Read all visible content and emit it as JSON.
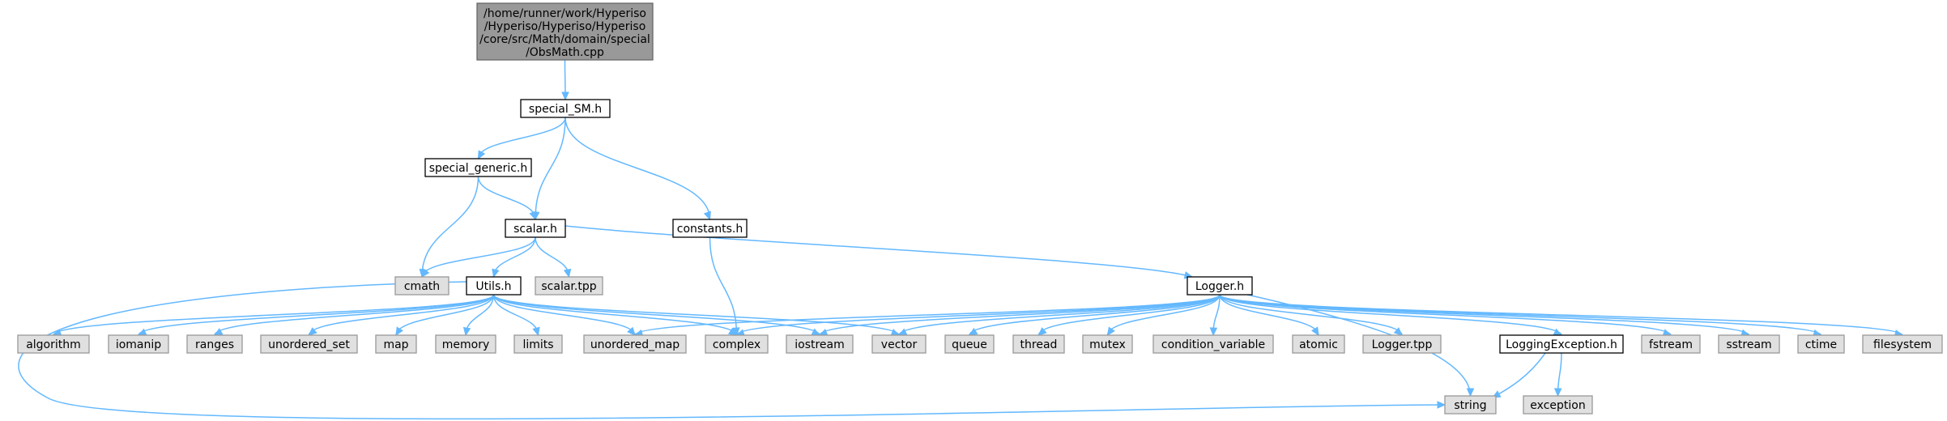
{
  "colors": {
    "edge": "#63b8ff",
    "root_fill": "#999999",
    "root_border": "#666666",
    "header_fill": "#ffffff",
    "header_border": "#000000",
    "system_fill": "#e0e0e0",
    "system_border": "#999999"
  },
  "diagram": {
    "root": {
      "label_lines": [
        "/home/runner/work/Hyperiso",
        "/Hyperiso/Hyperiso/Hyperiso",
        "/core/src/Math/domain/special",
        "/ObsMath.cpp"
      ]
    },
    "nodes": [
      {
        "id": "special_SM",
        "label": "special_SM.h",
        "kind": "header"
      },
      {
        "id": "special_generic",
        "label": "special_generic.h",
        "kind": "header"
      },
      {
        "id": "scalar",
        "label": "scalar.h",
        "kind": "header"
      },
      {
        "id": "constants",
        "label": "constants.h",
        "kind": "header"
      },
      {
        "id": "cmath",
        "label": "cmath",
        "kind": "system"
      },
      {
        "id": "utils",
        "label": "Utils.h",
        "kind": "header"
      },
      {
        "id": "scalartpp",
        "label": "scalar.tpp",
        "kind": "system"
      },
      {
        "id": "logger",
        "label": "Logger.h",
        "kind": "header"
      },
      {
        "id": "algorithm",
        "label": "algorithm",
        "kind": "system"
      },
      {
        "id": "iomanip",
        "label": "iomanip",
        "kind": "system"
      },
      {
        "id": "ranges",
        "label": "ranges",
        "kind": "system"
      },
      {
        "id": "unordered_set",
        "label": "unordered_set",
        "kind": "system"
      },
      {
        "id": "map",
        "label": "map",
        "kind": "system"
      },
      {
        "id": "memory",
        "label": "memory",
        "kind": "system"
      },
      {
        "id": "limits",
        "label": "limits",
        "kind": "system"
      },
      {
        "id": "unordered_map",
        "label": "unordered_map",
        "kind": "system"
      },
      {
        "id": "complex",
        "label": "complex",
        "kind": "system"
      },
      {
        "id": "iostream",
        "label": "iostream",
        "kind": "system"
      },
      {
        "id": "vector",
        "label": "vector",
        "kind": "system"
      },
      {
        "id": "queue",
        "label": "queue",
        "kind": "system"
      },
      {
        "id": "thread",
        "label": "thread",
        "kind": "system"
      },
      {
        "id": "mutex",
        "label": "mutex",
        "kind": "system"
      },
      {
        "id": "condition_variable",
        "label": "condition_variable",
        "kind": "system"
      },
      {
        "id": "atomic",
        "label": "atomic",
        "kind": "system"
      },
      {
        "id": "loggertpp",
        "label": "Logger.tpp",
        "kind": "system"
      },
      {
        "id": "loggingexception",
        "label": "LoggingException.h",
        "kind": "header"
      },
      {
        "id": "fstream",
        "label": "fstream",
        "kind": "system"
      },
      {
        "id": "sstream",
        "label": "sstream",
        "kind": "system"
      },
      {
        "id": "ctime",
        "label": "ctime",
        "kind": "system"
      },
      {
        "id": "filesystem",
        "label": "filesystem",
        "kind": "system"
      },
      {
        "id": "string",
        "label": "string",
        "kind": "system"
      },
      {
        "id": "exception",
        "label": "exception",
        "kind": "system"
      }
    ],
    "edges": [
      [
        "root",
        "special_SM"
      ],
      [
        "special_SM",
        "special_generic"
      ],
      [
        "special_SM",
        "scalar"
      ],
      [
        "special_SM",
        "constants"
      ],
      [
        "special_generic",
        "cmath"
      ],
      [
        "special_generic",
        "scalar"
      ],
      [
        "scalar",
        "cmath"
      ],
      [
        "scalar",
        "utils"
      ],
      [
        "scalar",
        "scalartpp"
      ],
      [
        "scalar",
        "logger"
      ],
      [
        "constants",
        "complex"
      ],
      [
        "utils",
        "algorithm"
      ],
      [
        "utils",
        "iomanip"
      ],
      [
        "utils",
        "ranges"
      ],
      [
        "utils",
        "unordered_set"
      ],
      [
        "utils",
        "map"
      ],
      [
        "utils",
        "memory"
      ],
      [
        "utils",
        "limits"
      ],
      [
        "utils",
        "unordered_map"
      ],
      [
        "utils",
        "complex"
      ],
      [
        "utils",
        "iostream"
      ],
      [
        "utils",
        "vector"
      ],
      [
        "utils",
        "string"
      ],
      [
        "logger",
        "complex"
      ],
      [
        "logger",
        "iostream"
      ],
      [
        "logger",
        "unordered_map"
      ],
      [
        "logger",
        "vector"
      ],
      [
        "logger",
        "queue"
      ],
      [
        "logger",
        "thread"
      ],
      [
        "logger",
        "mutex"
      ],
      [
        "logger",
        "condition_variable"
      ],
      [
        "logger",
        "atomic"
      ],
      [
        "logger",
        "loggertpp"
      ],
      [
        "logger",
        "loggingexception"
      ],
      [
        "logger",
        "fstream"
      ],
      [
        "logger",
        "sstream"
      ],
      [
        "logger",
        "ctime"
      ],
      [
        "logger",
        "filesystem"
      ],
      [
        "logger",
        "string"
      ],
      [
        "loggingexception",
        "string"
      ],
      [
        "loggingexception",
        "exception"
      ]
    ]
  }
}
